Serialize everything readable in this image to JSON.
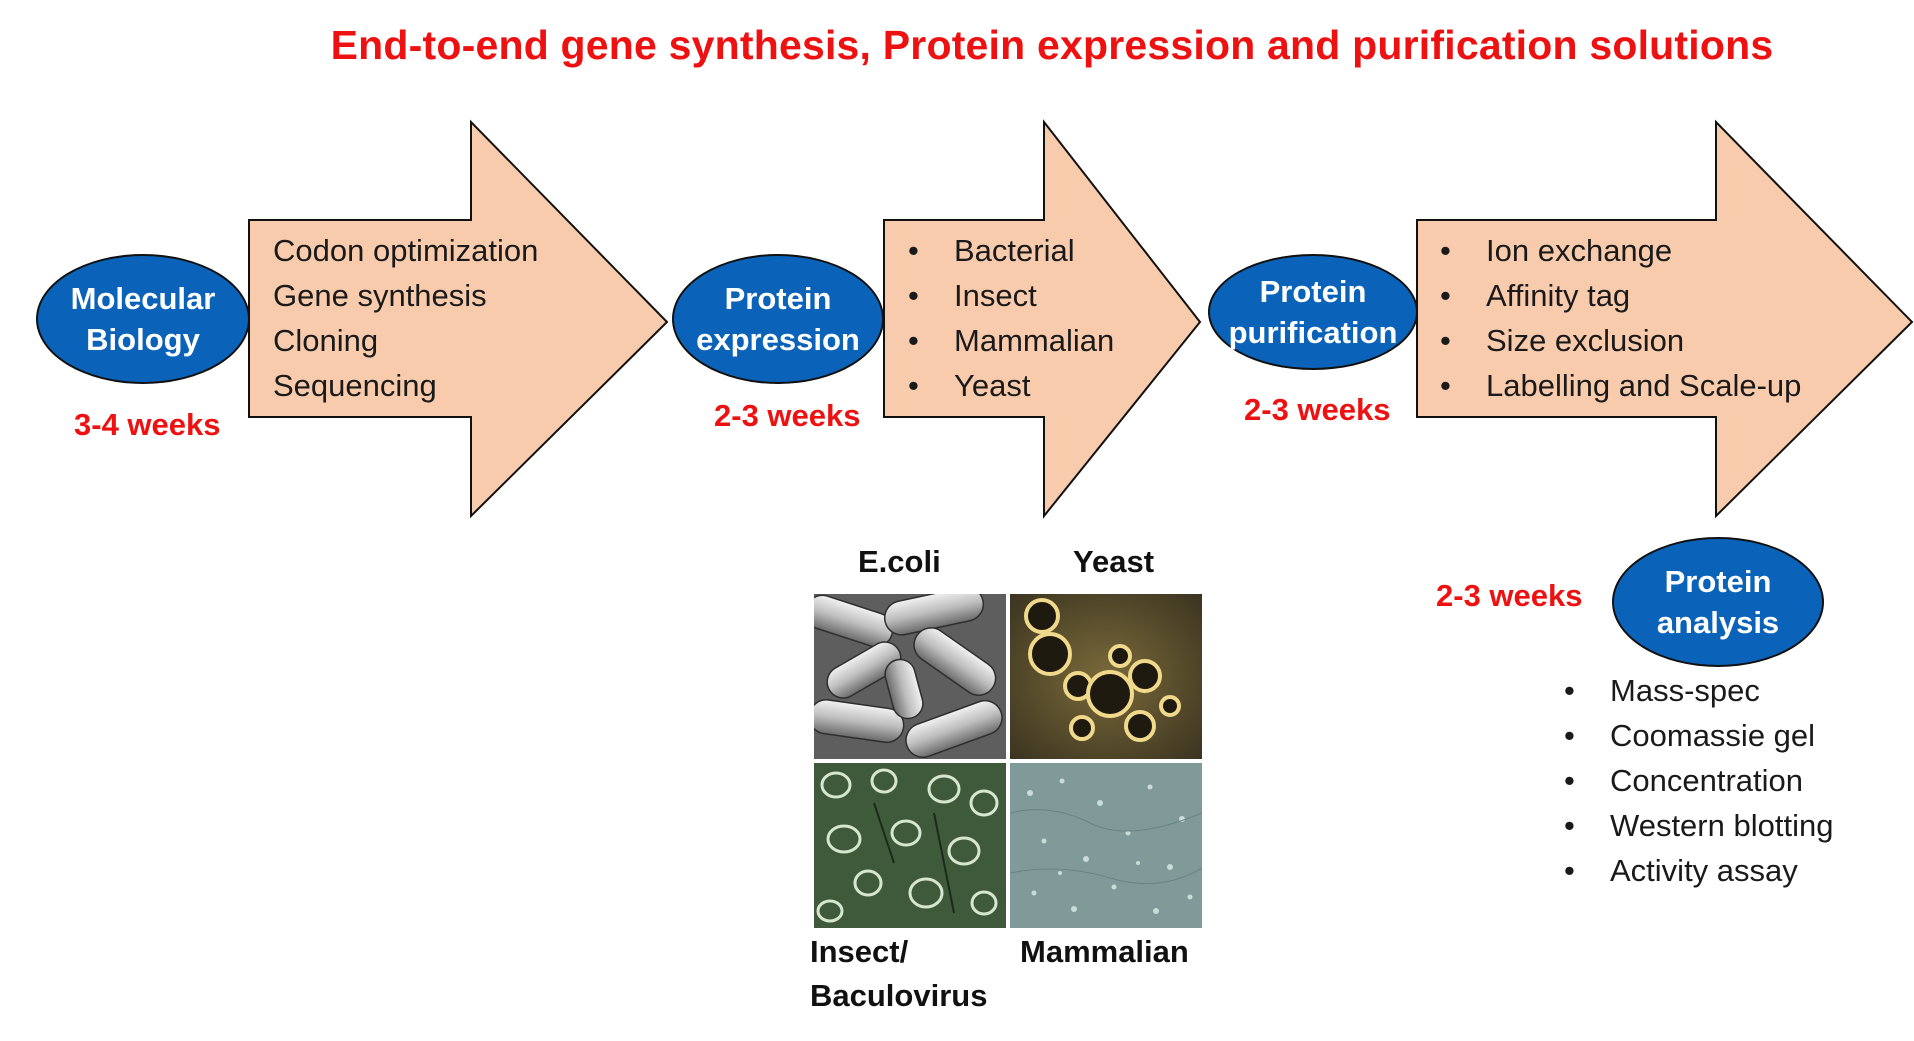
{
  "title": "End-to-end gene synthesis, Protein expression and purification solutions",
  "colors": {
    "title": "#ee1111",
    "weeks": "#ee1111",
    "stage_fill": "#0a63b8",
    "arrow_fill": "#f8cbad",
    "arrow_stroke": "#111111"
  },
  "stages": [
    {
      "label_lines": [
        "Molecular",
        "Biology"
      ],
      "duration": "3-4 weeks"
    },
    {
      "label_lines": [
        "Protein",
        "expression"
      ],
      "duration": "2-3 weeks"
    },
    {
      "label_lines": [
        "Protein",
        "purification"
      ],
      "duration": "2-3 weeks"
    },
    {
      "label_lines": [
        "Protein",
        "analysis"
      ],
      "duration": "2-3 weeks"
    }
  ],
  "arrow_lists": {
    "molecular_biology": [
      "Codon optimization",
      "Gene synthesis",
      "Cloning",
      "Sequencing"
    ],
    "expression": [
      "Bacterial",
      "Insect",
      "Mammalian",
      "Yeast"
    ],
    "purification": [
      "Ion exchange",
      "Affinity tag",
      "Size exclusion",
      "Labelling and Scale-up"
    ]
  },
  "analysis_list": [
    "Mass-spec",
    "Coomassie gel",
    "Concentration",
    "Western blotting",
    "Activity assay"
  ],
  "organisms": {
    "ecoli": "E.coli",
    "yeast": "Yeast",
    "insect_line1": "Insect/",
    "insect_line2": "Baculovirus",
    "mammalian": "Mammalian"
  }
}
